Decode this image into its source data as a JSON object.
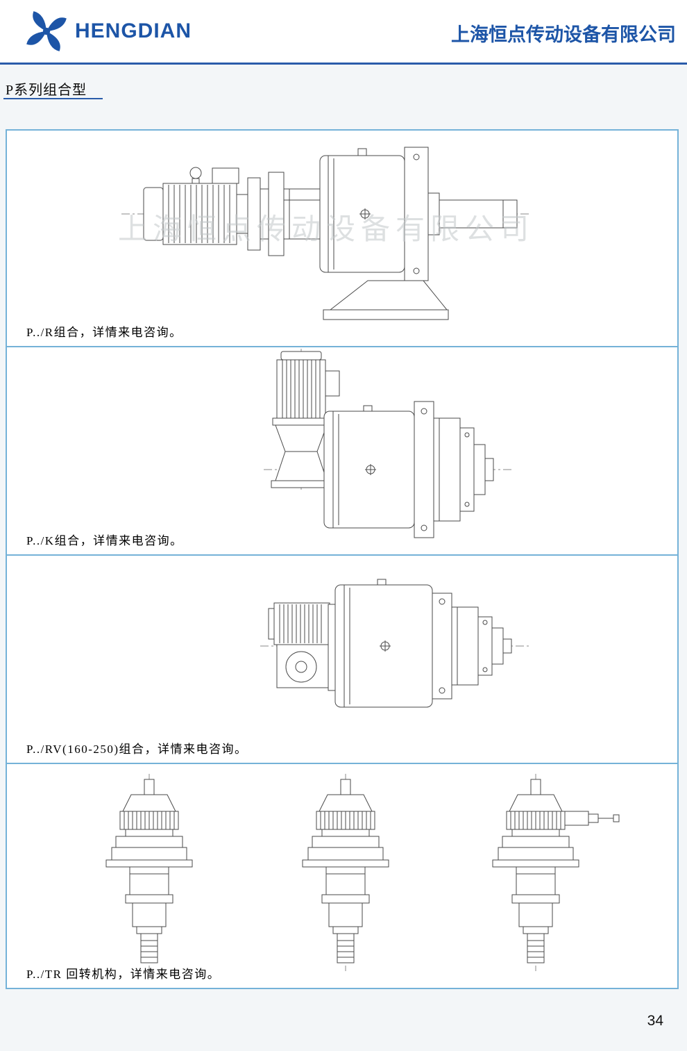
{
  "header": {
    "brand": "HENGDIAN",
    "company": "上海恒点传动设备有限公司"
  },
  "section": {
    "title": "P系列组合型"
  },
  "watermark": "上海恒点传动设备有限公司",
  "panels": [
    {
      "id": "p-r",
      "caption": "P../R组合，详情来电咨询。"
    },
    {
      "id": "p-k",
      "caption": "P../K组合，详情来电咨询。"
    },
    {
      "id": "p-rv",
      "caption": "P../RV(160-250)组合，详情来电咨询。"
    },
    {
      "id": "p-tr",
      "caption": "P../TR 回转机构，详情来电咨询。"
    }
  ],
  "page_number": "34",
  "colors": {
    "accent_blue": "#1d55a7",
    "rule_blue": "#2a5caa",
    "box_border_blue": "#74b2d8",
    "drawing_line": "#4a4a4a",
    "watermark_gray": "#c3c7ca"
  },
  "icons": {
    "logo": "pinwheel-logo-icon"
  }
}
